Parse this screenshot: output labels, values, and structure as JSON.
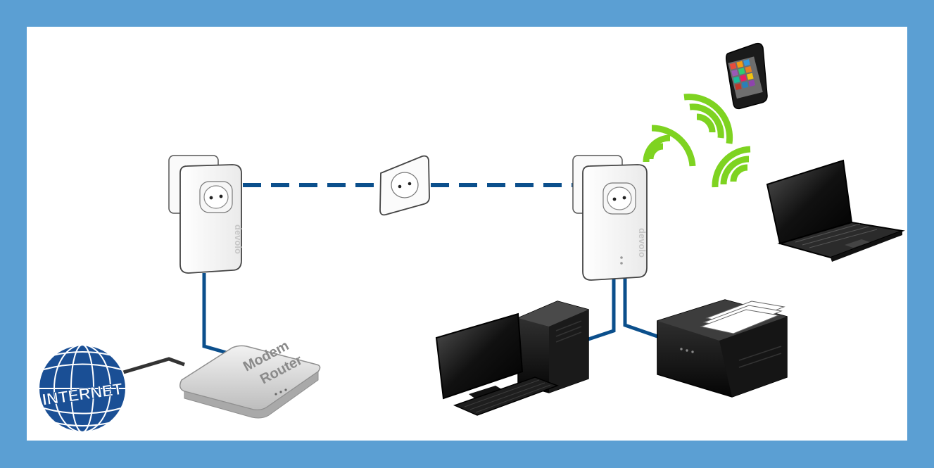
{
  "diagram": {
    "internet_label": "INTERNET",
    "router": {
      "line1": "Modem",
      "line2": "Router"
    },
    "adapter_brand": "devolo",
    "colors": {
      "border": "#5b9fd3",
      "powerline": "#0b4f8c",
      "cable": "#333333",
      "wifi": "#7ed321",
      "globe": "#1a4f95"
    },
    "devices": {
      "adapter_left": "powerline-adapter",
      "wall_outlet": "wall-socket",
      "adapter_right": "wifi-powerline-adapter",
      "smartphone": "smartphone",
      "laptop": "laptop",
      "desktop": "desktop-computer",
      "printer": "printer"
    }
  }
}
